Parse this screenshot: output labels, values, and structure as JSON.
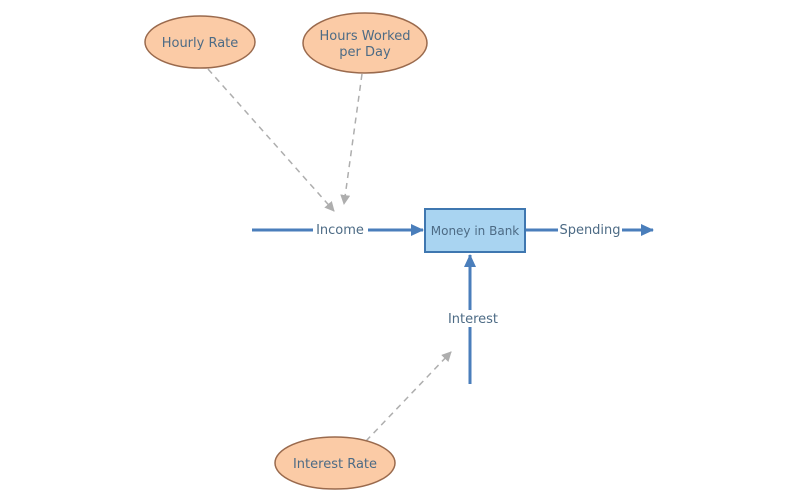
{
  "diagram": {
    "type": "stock-and-flow",
    "nodes": {
      "hourly_rate": {
        "label": "Hourly Rate"
      },
      "hours_worked": {
        "line1": "Hours Worked",
        "line2": "per Day"
      },
      "money_in_bank": {
        "label": "Money in Bank"
      },
      "interest_rate": {
        "label": "Interest Rate"
      }
    },
    "flows": {
      "income": {
        "label": "Income"
      },
      "spending": {
        "label": "Spending"
      },
      "interest": {
        "label": "Interest"
      }
    },
    "colors": {
      "variable_fill": "#fbcba6",
      "variable_stroke": "#9a6a4d",
      "stock_fill": "#a9d4f1",
      "stock_stroke": "#3f77b0",
      "flow_arrow": "#4a7ebb",
      "link_dashed": "#aeaeae",
      "label_text": "#4d6b85",
      "background": "#ffffff"
    }
  }
}
